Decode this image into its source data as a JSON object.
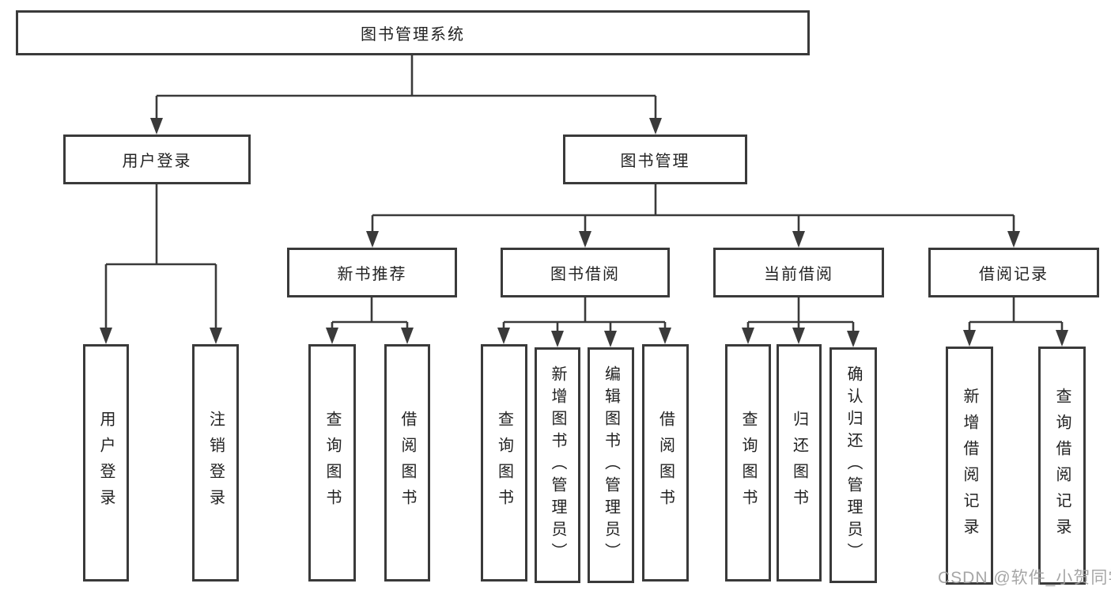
{
  "diagram": {
    "title": "图书管理系统",
    "level2": {
      "user_login": "用户登录",
      "book_mgmt": "图书管理"
    },
    "level3": {
      "new_book_rec": "新书推荐",
      "book_borrow": "图书借阅",
      "current_borrow": "当前借阅",
      "borrow_records": "借阅记录"
    },
    "leaves": [
      "用户登录",
      "注销登录",
      "查询图书",
      "借阅图书",
      "查询图书",
      "新增图书（管理员）",
      "编辑图书（管理员）",
      "借阅图书",
      "查询图书",
      "归还图书",
      "确认归还（管理员）",
      "新增借阅记录",
      "查询借阅记录"
    ]
  },
  "watermark": "CSDN @软件_小贺同学",
  "colors": {
    "line": "#3a3a3a",
    "text": "#222222",
    "box_background": "#ffffff",
    "page_background": "#ffffff",
    "watermark": "#9e9e9e"
  }
}
